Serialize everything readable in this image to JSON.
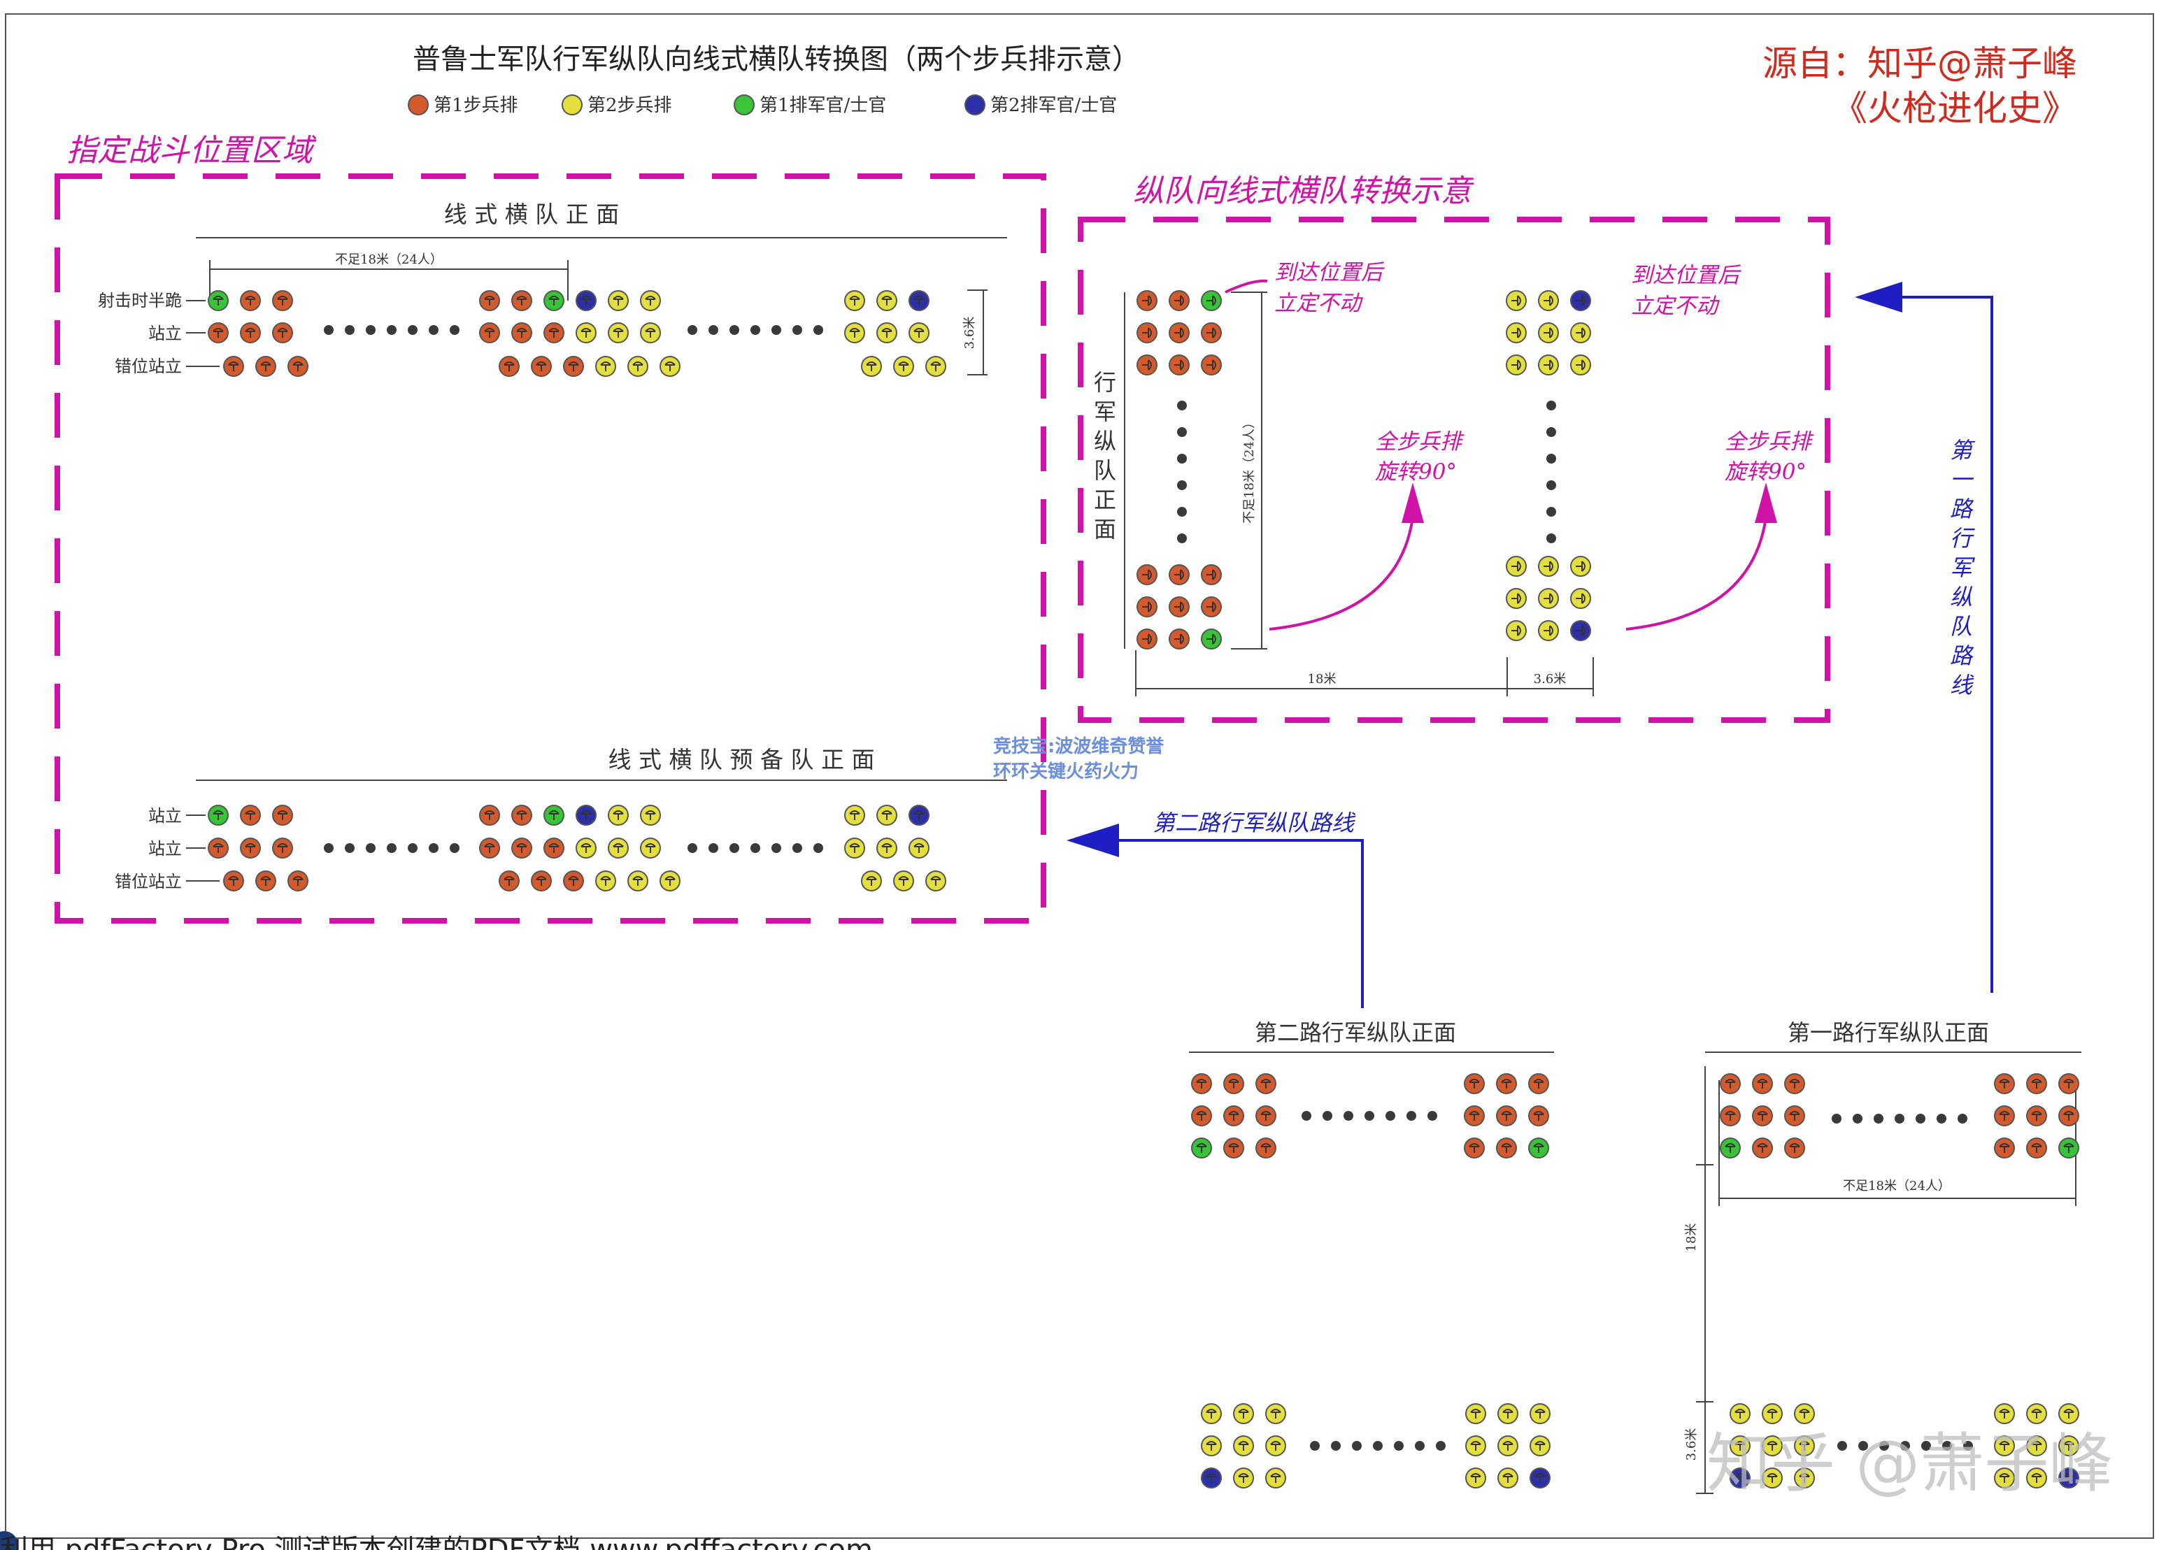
{
  "title": "普鲁士军队行军纵队向线式横队转换图（两个步兵排示意）",
  "source": {
    "line1": "源自：知乎@萧子峰",
    "line2": "《火枪进化史》"
  },
  "legend": [
    {
      "label": "第1步兵排",
      "color": "#d45a2c"
    },
    {
      "label": "第2步兵排",
      "color": "#e4df3c"
    },
    {
      "label": "第1排军官/士官",
      "color": "#37c437"
    },
    {
      "label": "第2排军官/士官",
      "color": "#2b2fa8"
    }
  ],
  "colors": {
    "magenta": "#d012a8",
    "route_blue": "#1d1fc2",
    "platoon1": "#d45a2c",
    "platoon2": "#e4df3c",
    "officer1": "#37c437",
    "officer2": "#2b2fa8",
    "dot": "#3a3a3a"
  },
  "left_area": {
    "label": "指定战斗位置区域",
    "front_line": "线 式 横 队 正 面",
    "reserve_line": "线 式 横 队 预 备 队 正 面",
    "measure": "不足18米（24人）",
    "depth": "3.6米",
    "rows_front": [
      "射击时半跪",
      "站立",
      "错位站立"
    ],
    "rows_reserve": [
      "站立",
      "站立",
      "错位站立"
    ]
  },
  "conversion": {
    "label": "纵队向线式横队转换示意",
    "column_front": [
      "行",
      "军",
      "纵",
      "队",
      "正",
      "面"
    ],
    "arrive_note": [
      "到达位置后",
      "立定不动"
    ],
    "rotate_note": [
      "全步兵排",
      "旋转90°"
    ],
    "measure_side": "不足18米（24人）",
    "measure_18": "18米",
    "measure_36": "3.6米"
  },
  "route1": {
    "label": [
      "第",
      "一",
      "路",
      "行",
      "军",
      "纵",
      "队",
      "路",
      "线"
    ],
    "front": "第一路行军纵队正面",
    "measure": "不足18米（24人）",
    "depth18": "18米",
    "depth36": "3.6米"
  },
  "route2": {
    "label": "第二路行军纵队路线",
    "front": "第二路行军纵队正面"
  },
  "watermark_small": [
    "竞技宝:波波维奇赞誉",
    "环环关键火药火力"
  ],
  "watermark": "知乎 @萧子峰",
  "footer": "利用 pdfFactory Pro 测试版本创建的PDF文档 www.pdffactory.com"
}
